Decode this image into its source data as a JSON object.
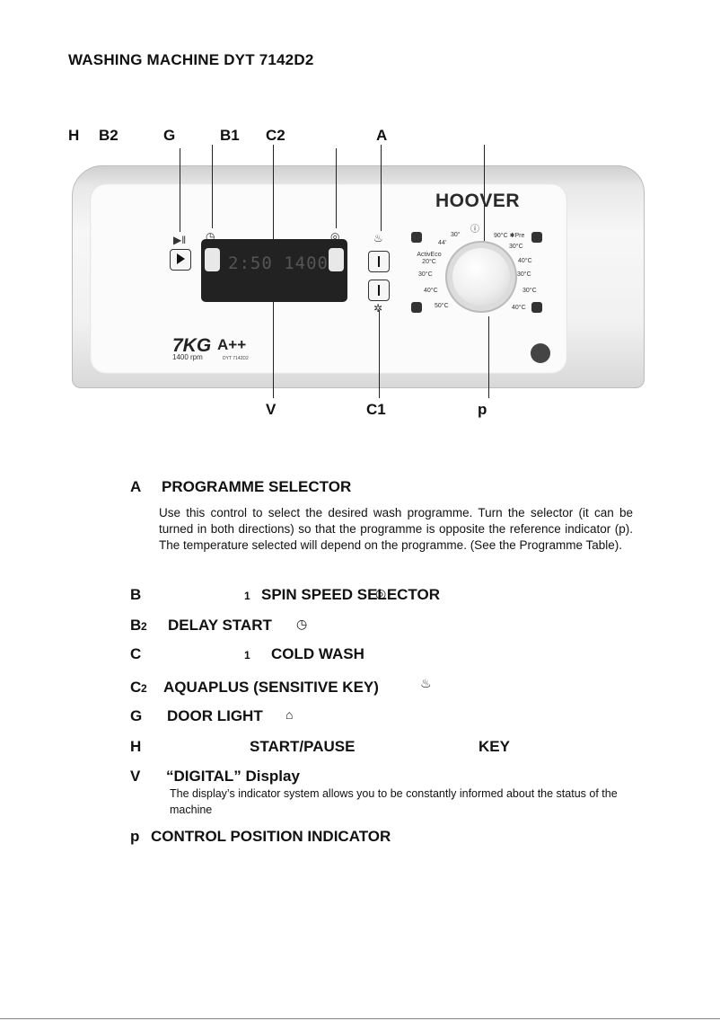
{
  "document": {
    "title": "WASHING MACHINE  DYT 7142D2"
  },
  "diagram": {
    "top_labels": [
      "H",
      "B2",
      "G",
      "B1",
      "C2",
      "A"
    ],
    "bottom_labels": [
      "V",
      "C1",
      "p"
    ],
    "brand": "HOOVER",
    "display_text": "2:50  1400",
    "dial_labels": [
      "30°",
      "44'",
      "ActivEco 20°C",
      "30°C",
      "40°C",
      "50°C",
      "90°C ✱Pre",
      "30°C",
      "40°C",
      "30°C",
      "30°C",
      "40°C"
    ],
    "model": {
      "capacity": "7KG",
      "rpm": "1400 rpm",
      "energy": "A++",
      "code": "DYT 7142D2"
    }
  },
  "legend": [
    {
      "letter": "A",
      "title": "PROGRAMME SELECTOR",
      "description": "Use this control to select the desired wash programme. Turn the selector (it can be  turned in both directions) so that the programme is opposite the reference indicator (p). The temperature selected will depend on the programme. (See the Programme Table)."
    },
    {
      "letter": "B",
      "sub": "1",
      "title": "SPIN SPEED SELECTOR"
    },
    {
      "letter": "B",
      "sub": "2",
      "title": "DELAY START"
    },
    {
      "letter": "C",
      "sub": "1",
      "title": "COLD WASH"
    },
    {
      "letter": "C",
      "sub": "2",
      "title": "AQUAPLUS  (SENSITIVE KEY)"
    },
    {
      "letter": "G",
      "title": "DOOR LIGHT"
    },
    {
      "letter": "H",
      "title": "START/PAUSE",
      "suffix": "KEY"
    },
    {
      "letter": "V",
      "title": "“DIGITAL” Display",
      "description": "The display’s indicator system allows you to be constantly informed about the status of the  machine"
    },
    {
      "letter": "p",
      "title": "CONTROL POSITION INDICATOR"
    }
  ]
}
